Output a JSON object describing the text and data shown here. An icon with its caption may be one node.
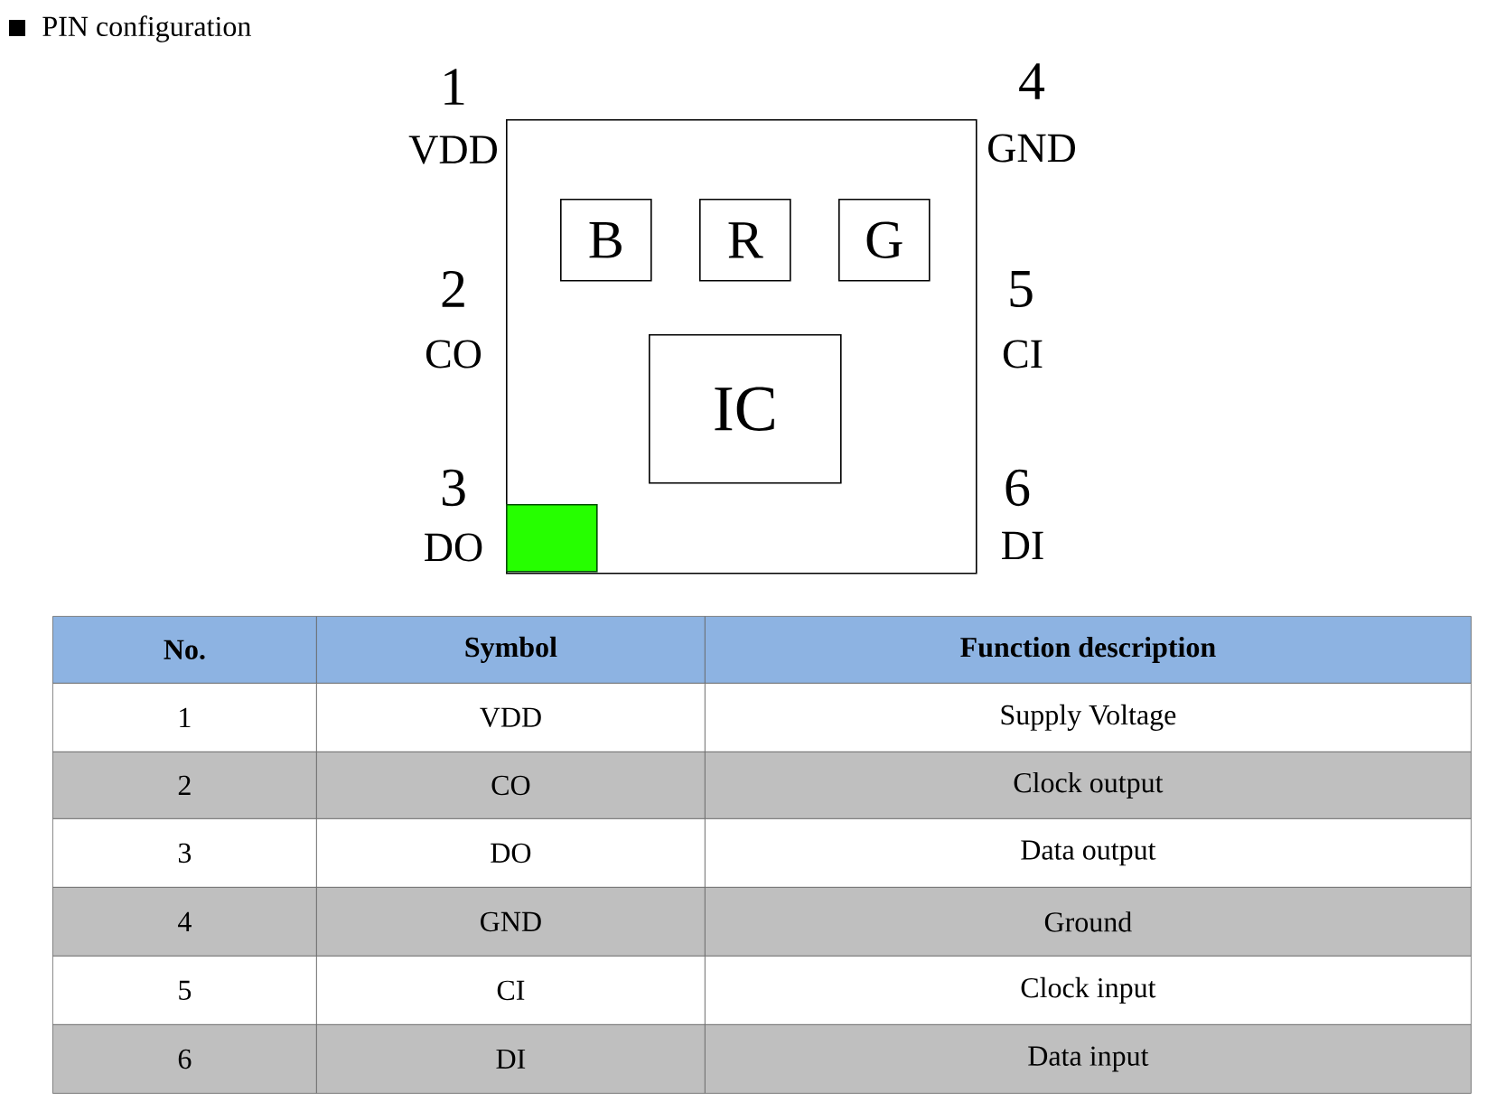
{
  "diagram": {
    "title": "PIN configuration",
    "nodes": [
      {
        "text": [],
        "shape": "box"
      },
      {
        "text": [
          "B"
        ],
        "in": 0
      },
      {
        "text": [
          "R"
        ],
        "in": 0
      },
      {
        "text": [
          "G"
        ],
        "in": 0
      },
      {
        "text": [
          "IC"
        ],
        "in": 0
      },
      {
        "text": [],
        "shape": "box",
        "in": 0
      }
    ],
    "edges": [],
    "labels": [
      "1",
      "4",
      "VDD",
      "GND",
      "2",
      "5",
      "CO",
      "CI",
      "3",
      "6",
      "DO",
      "DI",
      "No.",
      "Symbol",
      "Function description",
      "1",
      "VDD",
      "Supply Voltage",
      "2",
      "CO",
      "Clock output",
      "3",
      "DO",
      "Data output",
      "4",
      "GND",
      "Ground",
      "5",
      "CI",
      "Clock input",
      "6",
      "DI",
      "Data input"
    ]
  }
}
